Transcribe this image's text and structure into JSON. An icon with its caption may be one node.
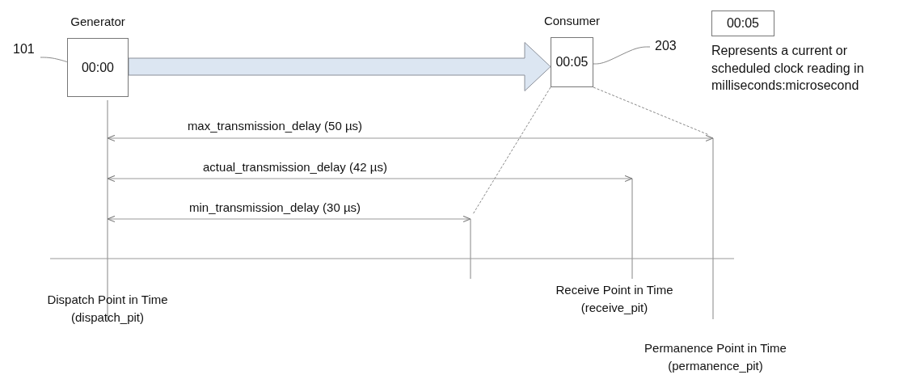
{
  "diagram": {
    "nodes": [
      {
        "text": [
          "Generator",
          "00:00"
        ]
      },
      {
        "text": [
          "Consumer",
          "00:05"
        ]
      },
      {
        "text": [
          "101"
        ]
      },
      {
        "text": [
          "203"
        ]
      },
      {
        "text": [
          "00:05"
        ],
        "beside": [
          "Represents a current or scheduled clock reading in milliseconds:microsecond"
        ]
      }
    ],
    "edges": [
      {
        "from": 0,
        "to": 1,
        "arrow": "to",
        "style": "thick",
        "color": "#dce6f2"
      },
      {
        "from": 2,
        "to": 0,
        "arrow": "none"
      },
      {
        "from": 1,
        "to": 3,
        "arrow": "none"
      },
      {
        "from": 1,
        "to": null,
        "arrow": "none",
        "style": "dashed"
      },
      {
        "from": 1,
        "to": null,
        "arrow": "none",
        "style": "dashed"
      }
    ],
    "labels": [
      "max_transmission_delay (50 µs)",
      "actual_transmission_delay (42 µs)",
      "min_transmission_delay (30 µs)",
      "Dispatch Point in Time (dispatch_pit)",
      "Receive Point in Time (receive_pit)",
      "Permanence Point in Time (permanence_pit)"
    ]
  }
}
